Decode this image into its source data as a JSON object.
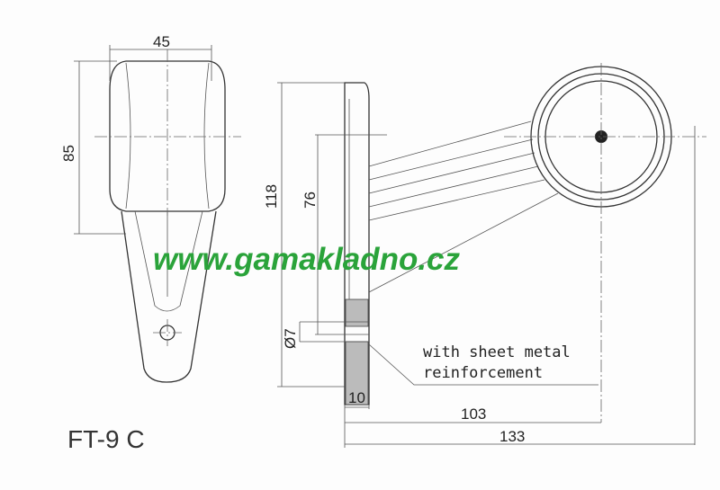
{
  "model": "FT-9 C",
  "watermark": "www.gamakladno.cz",
  "dimensions": {
    "width": "45",
    "height": "85",
    "total_height": "118",
    "hole_spacing": "76",
    "hole_diameter": "Ø7",
    "plate_thickness": "10",
    "lamp_center_offset": "103",
    "total_length": "133"
  },
  "note_line1": "with sheet metal",
  "note_line2": "reinforcement",
  "colors": {
    "watermark": "#2aa33a",
    "lines": "#333333"
  }
}
